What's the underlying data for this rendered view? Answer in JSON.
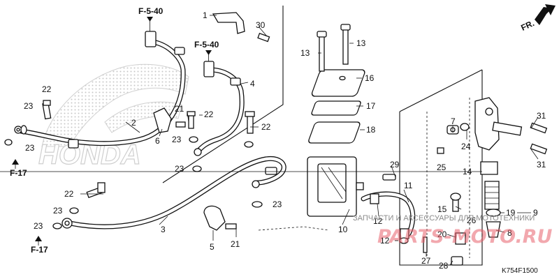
{
  "diagram_code": "K754F1500",
  "direction_label": "FR.",
  "watermark_top": "ЗАПЧАСТИ И АКСЕССУАРЫ ДЛЯ МОТОТЕХНИКИ",
  "watermark_logo": "PARTS-MOTO.RU",
  "background_logo": "HONDA",
  "section_refs": [
    {
      "id": "f540a",
      "text": "F-5-40"
    },
    {
      "id": "f540b",
      "text": "F-5-40"
    },
    {
      "id": "f17a",
      "text": "F-17"
    },
    {
      "id": "f17b",
      "text": "F-17"
    }
  ],
  "callouts": [
    {
      "id": "c1",
      "text": "1"
    },
    {
      "id": "c2",
      "text": "2"
    },
    {
      "id": "c3",
      "text": "3"
    },
    {
      "id": "c4",
      "text": "4"
    },
    {
      "id": "c5",
      "text": "5"
    },
    {
      "id": "c6",
      "text": "6"
    },
    {
      "id": "c7",
      "text": "7"
    },
    {
      "id": "c8",
      "text": "8"
    },
    {
      "id": "c9",
      "text": "9"
    },
    {
      "id": "c10",
      "text": "10"
    },
    {
      "id": "c11",
      "text": "11"
    },
    {
      "id": "c12a",
      "text": "12"
    },
    {
      "id": "c12b",
      "text": "12"
    },
    {
      "id": "c13a",
      "text": "13"
    },
    {
      "id": "c13b",
      "text": "13"
    },
    {
      "id": "c14",
      "text": "14"
    },
    {
      "id": "c15",
      "text": "15"
    },
    {
      "id": "c16",
      "text": "16"
    },
    {
      "id": "c17",
      "text": "17"
    },
    {
      "id": "c18",
      "text": "18"
    },
    {
      "id": "c19",
      "text": "19"
    },
    {
      "id": "c20",
      "text": "20"
    },
    {
      "id": "c21a",
      "text": "21"
    },
    {
      "id": "c21b",
      "text": "21"
    },
    {
      "id": "c22a",
      "text": "22"
    },
    {
      "id": "c22b",
      "text": "22"
    },
    {
      "id": "c22c",
      "text": "22"
    },
    {
      "id": "c22d",
      "text": "22"
    },
    {
      "id": "c23a",
      "text": "23"
    },
    {
      "id": "c23b",
      "text": "23"
    },
    {
      "id": "c23c",
      "text": "23"
    },
    {
      "id": "c23d",
      "text": "23"
    },
    {
      "id": "c23e",
      "text": "23"
    },
    {
      "id": "c23f",
      "text": "23"
    },
    {
      "id": "c23g",
      "text": "23"
    },
    {
      "id": "c24",
      "text": "24"
    },
    {
      "id": "c25",
      "text": "25"
    },
    {
      "id": "c26",
      "text": "26"
    },
    {
      "id": "c27",
      "text": "27"
    },
    {
      "id": "c28",
      "text": "28"
    },
    {
      "id": "c29",
      "text": "29"
    },
    {
      "id": "c30",
      "text": "30"
    },
    {
      "id": "c31a",
      "text": "31"
    },
    {
      "id": "c31b",
      "text": "31"
    }
  ]
}
